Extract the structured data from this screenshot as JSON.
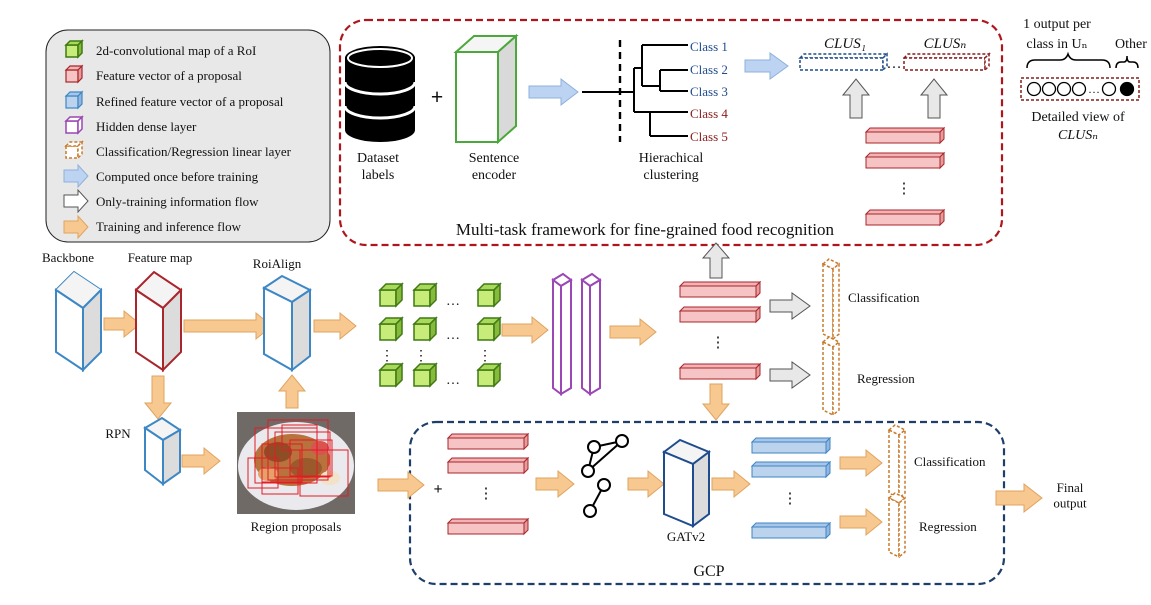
{
  "legend": {
    "items": [
      {
        "label": "2d-convolutional map of a RoI",
        "color": "#c7ec7a"
      },
      {
        "label": "Feature vector of a proposal",
        "color": "#f6c4c4"
      },
      {
        "label": "Refined feature vector of a proposal",
        "color": "#bcd3ee"
      },
      {
        "label": "Hidden dense layer",
        "color": "#9b47b4"
      },
      {
        "label": "Classification/Regression linear layer",
        "color": "#c77a2a"
      },
      {
        "label": "Computed once before training",
        "color": "#bcd3f2"
      },
      {
        "label": "Only-training information flow",
        "color": "#e3e3e3"
      },
      {
        "label": "Training and inference flow",
        "color": "#f8c891"
      }
    ]
  },
  "top": {
    "dataset_labels": "Dataset\nlabels",
    "sentence_encoder": "Sentence\nencoder",
    "hier_clustering": "Hierachical\nclustering",
    "classes": [
      "Class 1",
      "Class 2",
      "Class 3",
      "Class 4",
      "Class 5"
    ],
    "clus1": "CLUS₁",
    "clusn": "CLUSₙ",
    "framework_title": "Multi-task framework for fine-grained food recognition",
    "ellipsis": "…",
    "vdots": "⋮",
    "plus": "+"
  },
  "detail": {
    "output_per_class_1": "1 output per",
    "output_per_class_2": "class in Uₙ",
    "other": "Other",
    "detailed_view_1": "Detailed view of",
    "detailed_view_2": "CLUSₙ"
  },
  "pipeline": {
    "backbone": "Backbone",
    "feature_map": "Feature map",
    "roialign": "RoiAlign",
    "rpn": "RPN",
    "region_proposals": "Region proposals",
    "classification": "Classification",
    "regression": "Regression"
  },
  "gcp": {
    "title": "GCP",
    "gatv2": "GATv2",
    "classification": "Classification",
    "regression": "Regression",
    "final_output": "Final\noutput"
  },
  "colors": {
    "red_dashed": "#b0151b",
    "blue_dashed": "#1f3f6b",
    "cube_blue": "#3d87c4",
    "cube_red": "#a8262c",
    "orange_arrow": "#f8c891",
    "grey_arrow": "#e6e6e6",
    "light_blue_arrow": "#bcd3f2"
  }
}
